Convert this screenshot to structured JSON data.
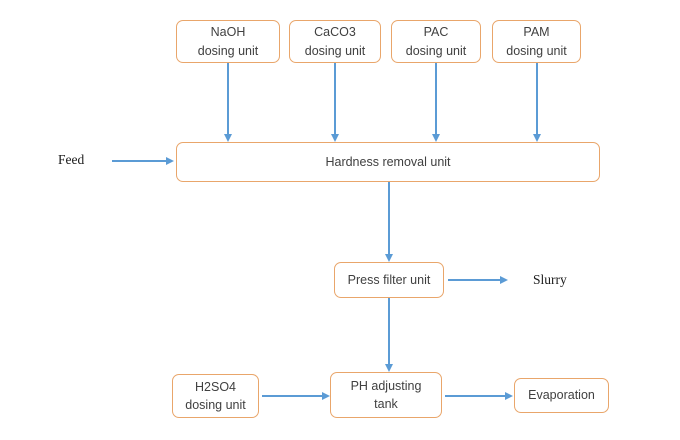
{
  "colors": {
    "box_border": "#e9a66b",
    "arrow": "#5b9bd5",
    "text": "#404040",
    "background": "#ffffff"
  },
  "nodes": {
    "naoh": {
      "line1": "NaOH",
      "line2": "dosing unit"
    },
    "caco3": {
      "line1": "CaCO3",
      "line2": "dosing unit"
    },
    "pac": {
      "line1": "PAC",
      "line2": "dosing unit"
    },
    "pam": {
      "line1": "PAM",
      "line2": "dosing unit"
    },
    "hardness": {
      "label": "Hardness removal unit"
    },
    "press_filter": {
      "label": "Press filter unit"
    },
    "ph_tank": {
      "line1": "PH adjusting",
      "line2": "tank"
    },
    "h2so4": {
      "line1": "H2SO4",
      "line2": "dosing unit"
    },
    "evaporation": {
      "label": "Evaporation"
    }
  },
  "labels": {
    "feed": "Feed",
    "slurry": "Slurry"
  },
  "edges": [
    {
      "from": "NaOH dosing unit",
      "to": "Hardness removal unit"
    },
    {
      "from": "CaCO3 dosing unit",
      "to": "Hardness removal unit"
    },
    {
      "from": "PAC dosing unit",
      "to": "Hardness removal unit"
    },
    {
      "from": "PAM dosing unit",
      "to": "Hardness removal unit"
    },
    {
      "from": "Feed",
      "to": "Hardness removal unit"
    },
    {
      "from": "Hardness removal unit",
      "to": "Press filter unit"
    },
    {
      "from": "Press filter unit",
      "to": "Slurry"
    },
    {
      "from": "Press filter unit",
      "to": "PH adjusting tank"
    },
    {
      "from": "H2SO4 dosing unit",
      "to": "PH adjusting tank"
    },
    {
      "from": "PH adjusting tank",
      "to": "Evaporation"
    }
  ]
}
